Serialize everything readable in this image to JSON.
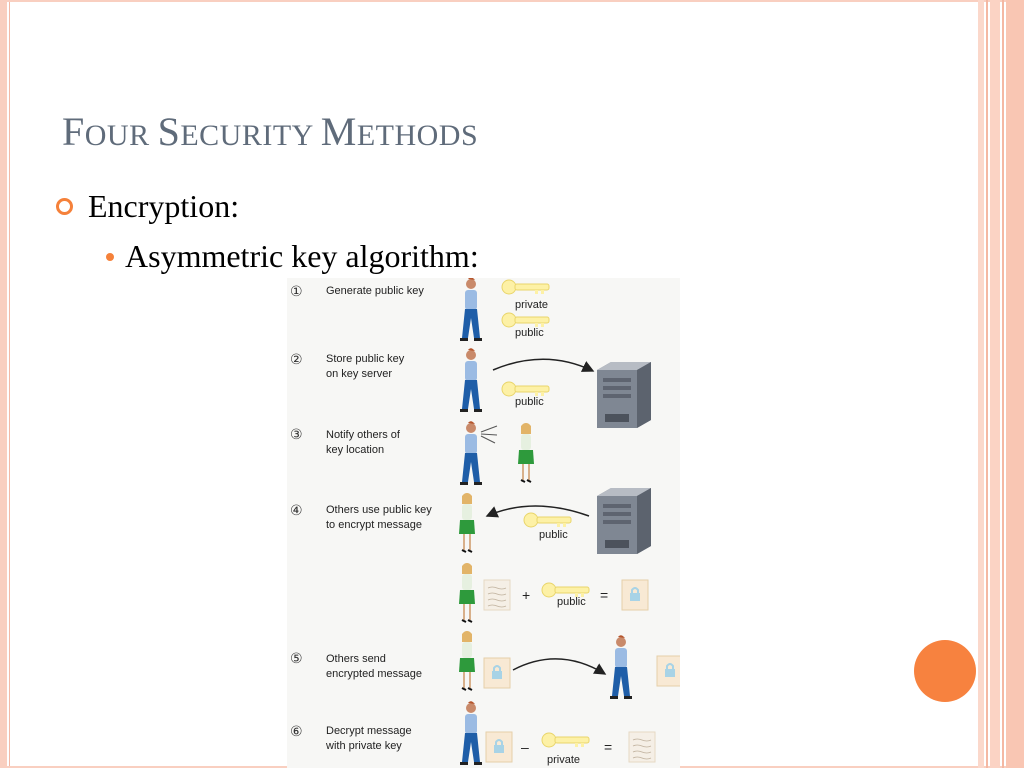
{
  "slide": {
    "title_parts": [
      {
        "cap": "F",
        "rest": "OUR "
      },
      {
        "cap": "S",
        "rest": "ECURITY "
      },
      {
        "cap": "M",
        "rest": "ETHODS"
      }
    ],
    "bullet_level1": "Encryption:",
    "bullet_level2": "Asymmetric key algorithm:"
  },
  "diagram": {
    "steps": [
      {
        "num": "①",
        "line1": "Generate public key",
        "line2": ""
      },
      {
        "num": "②",
        "line1": "Store public key",
        "line2": "on key server"
      },
      {
        "num": "③",
        "line1": "Notify others of",
        "line2": "key location"
      },
      {
        "num": "④",
        "line1": "Others use public key",
        "line2": "to encrypt message"
      },
      {
        "num": "⑤",
        "line1": "Others send",
        "line2": "encrypted message"
      },
      {
        "num": "⑥",
        "line1": "Decrypt message",
        "line2": "with private key"
      }
    ],
    "key_labels": {
      "private": "private",
      "public": "public"
    },
    "operators": {
      "plus": "+",
      "minus": "–",
      "equals": "="
    }
  },
  "colors": {
    "accent": "#f5813a",
    "title": "#5f6b7a",
    "frame": "#f9cfc0"
  }
}
